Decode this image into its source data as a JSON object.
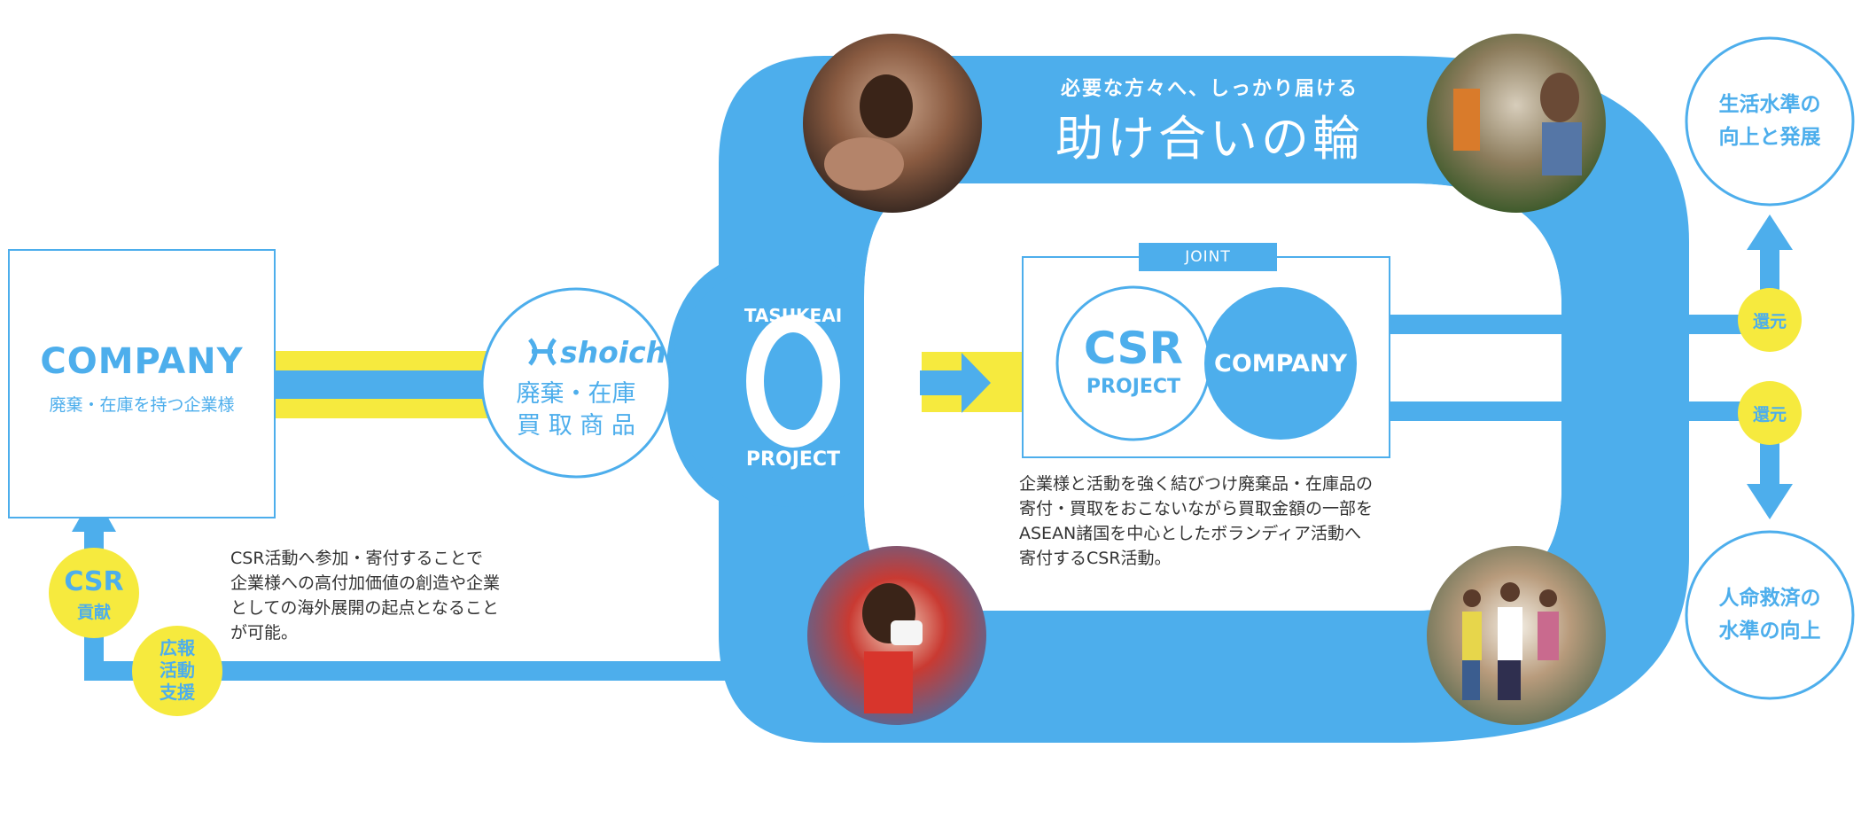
{
  "tagline": "必要な方々へ、しっかり届ける",
  "headline": "助け合いの輪",
  "company": {
    "title": "COMPANY",
    "subtitle": "廃棄・在庫を持つ企業様"
  },
  "shoichi": {
    "brand": "shoichi",
    "line1": "廃棄・在庫",
    "line2": "買 取 商 品"
  },
  "project": {
    "top": "TASUKEAI",
    "mark": "0",
    "bottom": "PROJECT"
  },
  "joint": {
    "label": "JOINT",
    "csr_big": "CSR",
    "csr_small": "PROJECT",
    "company": "COMPANY",
    "description": [
      "企業様と活動を強く結びつけ廃棄品・在庫品の",
      "寄付・買取をおこないながら買取金額の一部を",
      "ASEAN諸国を中心としたボランディア活動へ",
      "寄付するCSR活動。"
    ]
  },
  "csr_badge": {
    "line1": "CSR",
    "line2": "貢献"
  },
  "pr_badge": [
    "広報",
    "活動",
    "支援"
  ],
  "csr_note": [
    "CSR活動へ参加・寄付することで",
    "企業様への高付加価値の創造や企業",
    "としての海外展開の起点となること",
    "が可能。"
  ],
  "return_badges": [
    "還元",
    "還元"
  ],
  "goals": {
    "top": [
      "生活水準の",
      "向上と発展"
    ],
    "bottom": [
      "人命救済の",
      "水準の向上"
    ]
  },
  "photo_icons": [
    "mother-child-photo",
    "child-photo",
    "volunteer-photo",
    "group-photo"
  ],
  "colors": {
    "blue": "#4DAEEC",
    "yellow": "#F6EA3E",
    "white": "#FFFFFF"
  }
}
